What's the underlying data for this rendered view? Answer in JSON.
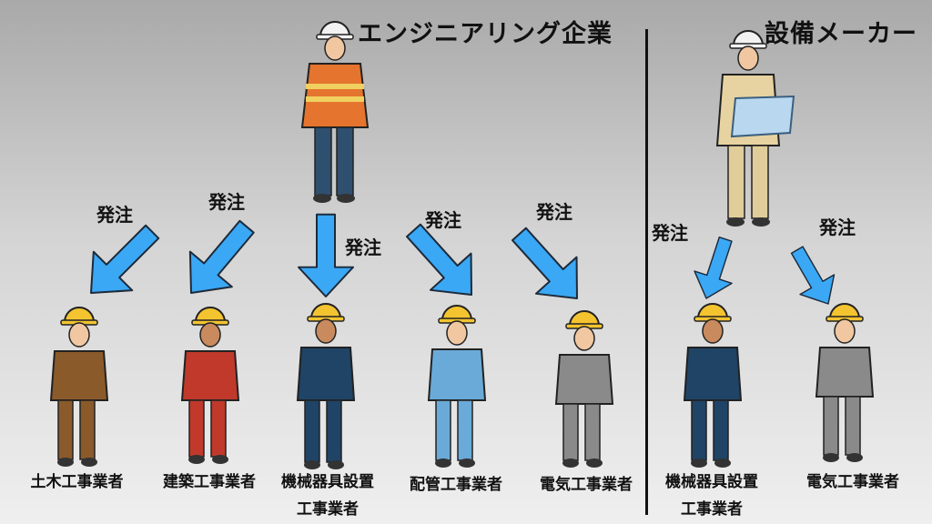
{
  "headings": {
    "engineering": "エンジニアリング企業",
    "manufacturer": "設備メーカー"
  },
  "order_label": "発注",
  "left_workers": [
    "土木工事業者",
    "建築工事業者",
    "機械器具設置\n工事業者",
    "配管工事業者",
    "電気工事業者"
  ],
  "right_workers": [
    "機械器具設置\n工事業者",
    "電気工事業者"
  ],
  "colors": {
    "arrow": "#3aa8f5",
    "arrow_stroke": "#1d2a3a",
    "hardhat_white": "#f2f2f2",
    "hardhat_yellow": "#f4c430"
  }
}
